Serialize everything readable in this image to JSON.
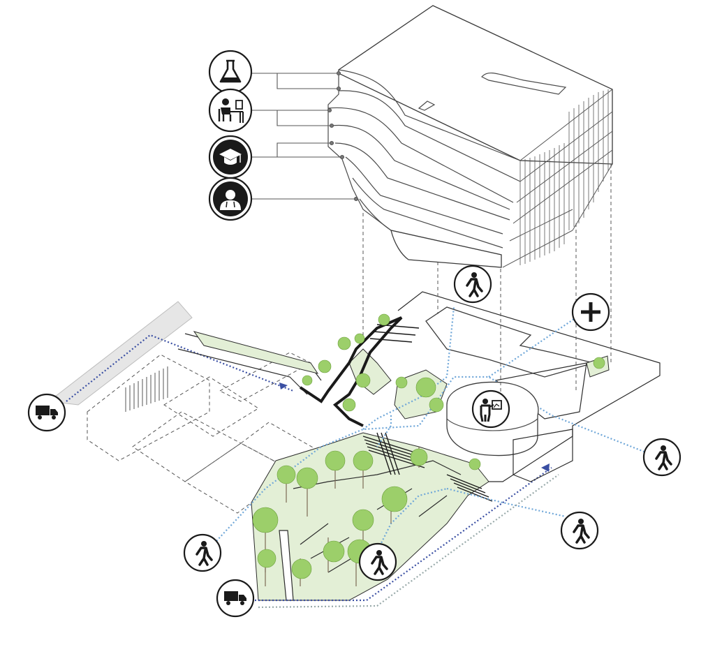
{
  "diagram": {
    "programs": [
      {
        "id": "lab",
        "icon": "flask-icon"
      },
      {
        "id": "office",
        "icon": "desk-worker-icon"
      },
      {
        "id": "education",
        "icon": "graduation-cap-icon"
      },
      {
        "id": "health",
        "icon": "doctor-icon"
      }
    ],
    "access_icons": [
      {
        "id": "ped-top",
        "icon": "pedestrian-icon"
      },
      {
        "id": "medical",
        "icon": "plus-icon"
      },
      {
        "id": "ped-right",
        "icon": "pedestrian-icon"
      },
      {
        "id": "ped-lower-right",
        "icon": "pedestrian-icon"
      },
      {
        "id": "ped-left",
        "icon": "pedestrian-icon"
      },
      {
        "id": "ped-center",
        "icon": "pedestrian-icon"
      },
      {
        "id": "truck-left",
        "icon": "truck-icon"
      },
      {
        "id": "truck-bottom",
        "icon": "truck-icon"
      },
      {
        "id": "lecture",
        "icon": "presenter-icon"
      }
    ],
    "colors": {
      "green_space": "#e3efd6",
      "trees": "#9ccf6a",
      "pedestrian_route": "#6ea6d8",
      "service_route": "#3a4fa3",
      "road": "#e6e6e6"
    }
  }
}
